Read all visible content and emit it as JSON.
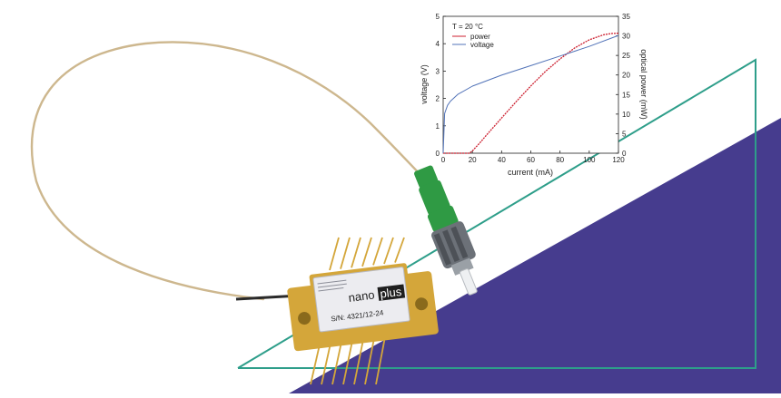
{
  "colors": {
    "background": "#ffffff",
    "accent_purple": "#463c8e",
    "accent_teal": "#2e9e8a",
    "power_series": "#cc1f2f",
    "voltage_series": "#5273b8",
    "fiber": "#cdb78e",
    "fc_connector": "#2f9a44",
    "gold": "#d4a63a",
    "module_label": "#ececf0"
  },
  "device": {
    "brand_left": "nano",
    "brand_right": "plus",
    "serial": "S/N: 4321/12-24",
    "icons": [
      "fiber-pigtail-icon",
      "fc-connector-icon",
      "butterfly-laser-module-icon"
    ]
  },
  "chart_data": {
    "type": "line",
    "annotation": "T = 20 °C",
    "xlabel": "current (mA)",
    "ylabel_left": "voltage (V)",
    "ylabel_right": "optical power (mW)",
    "xlim": [
      0,
      120
    ],
    "ylim_left": [
      0,
      5
    ],
    "ylim_right": [
      0,
      35
    ],
    "x_ticks": [
      0,
      20,
      40,
      60,
      80,
      100,
      120
    ],
    "y_left_ticks": [
      0,
      1,
      2,
      3,
      4,
      5
    ],
    "y_right_ticks": [
      0,
      5,
      10,
      15,
      20,
      25,
      30,
      35
    ],
    "grid": false,
    "legend_position": "top-left",
    "series": [
      {
        "name": "power",
        "axis": "right",
        "color": "#cc1f2f",
        "x": [
          0,
          10,
          18,
          20,
          25,
          30,
          40,
          50,
          60,
          70,
          80,
          90,
          100,
          110,
          115,
          120
        ],
        "y": [
          0,
          0,
          0,
          0.6,
          2.6,
          4.8,
          9.0,
          13.2,
          17.2,
          20.9,
          24.1,
          26.9,
          29.0,
          30.3,
          30.6,
          30.7
        ]
      },
      {
        "name": "voltage",
        "axis": "left",
        "color": "#5273b8",
        "x": [
          0,
          1,
          3,
          5,
          10,
          20,
          40,
          60,
          80,
          100,
          120
        ],
        "y": [
          0,
          1.45,
          1.75,
          1.9,
          2.15,
          2.45,
          2.85,
          3.2,
          3.55,
          3.9,
          4.3
        ]
      }
    ]
  }
}
